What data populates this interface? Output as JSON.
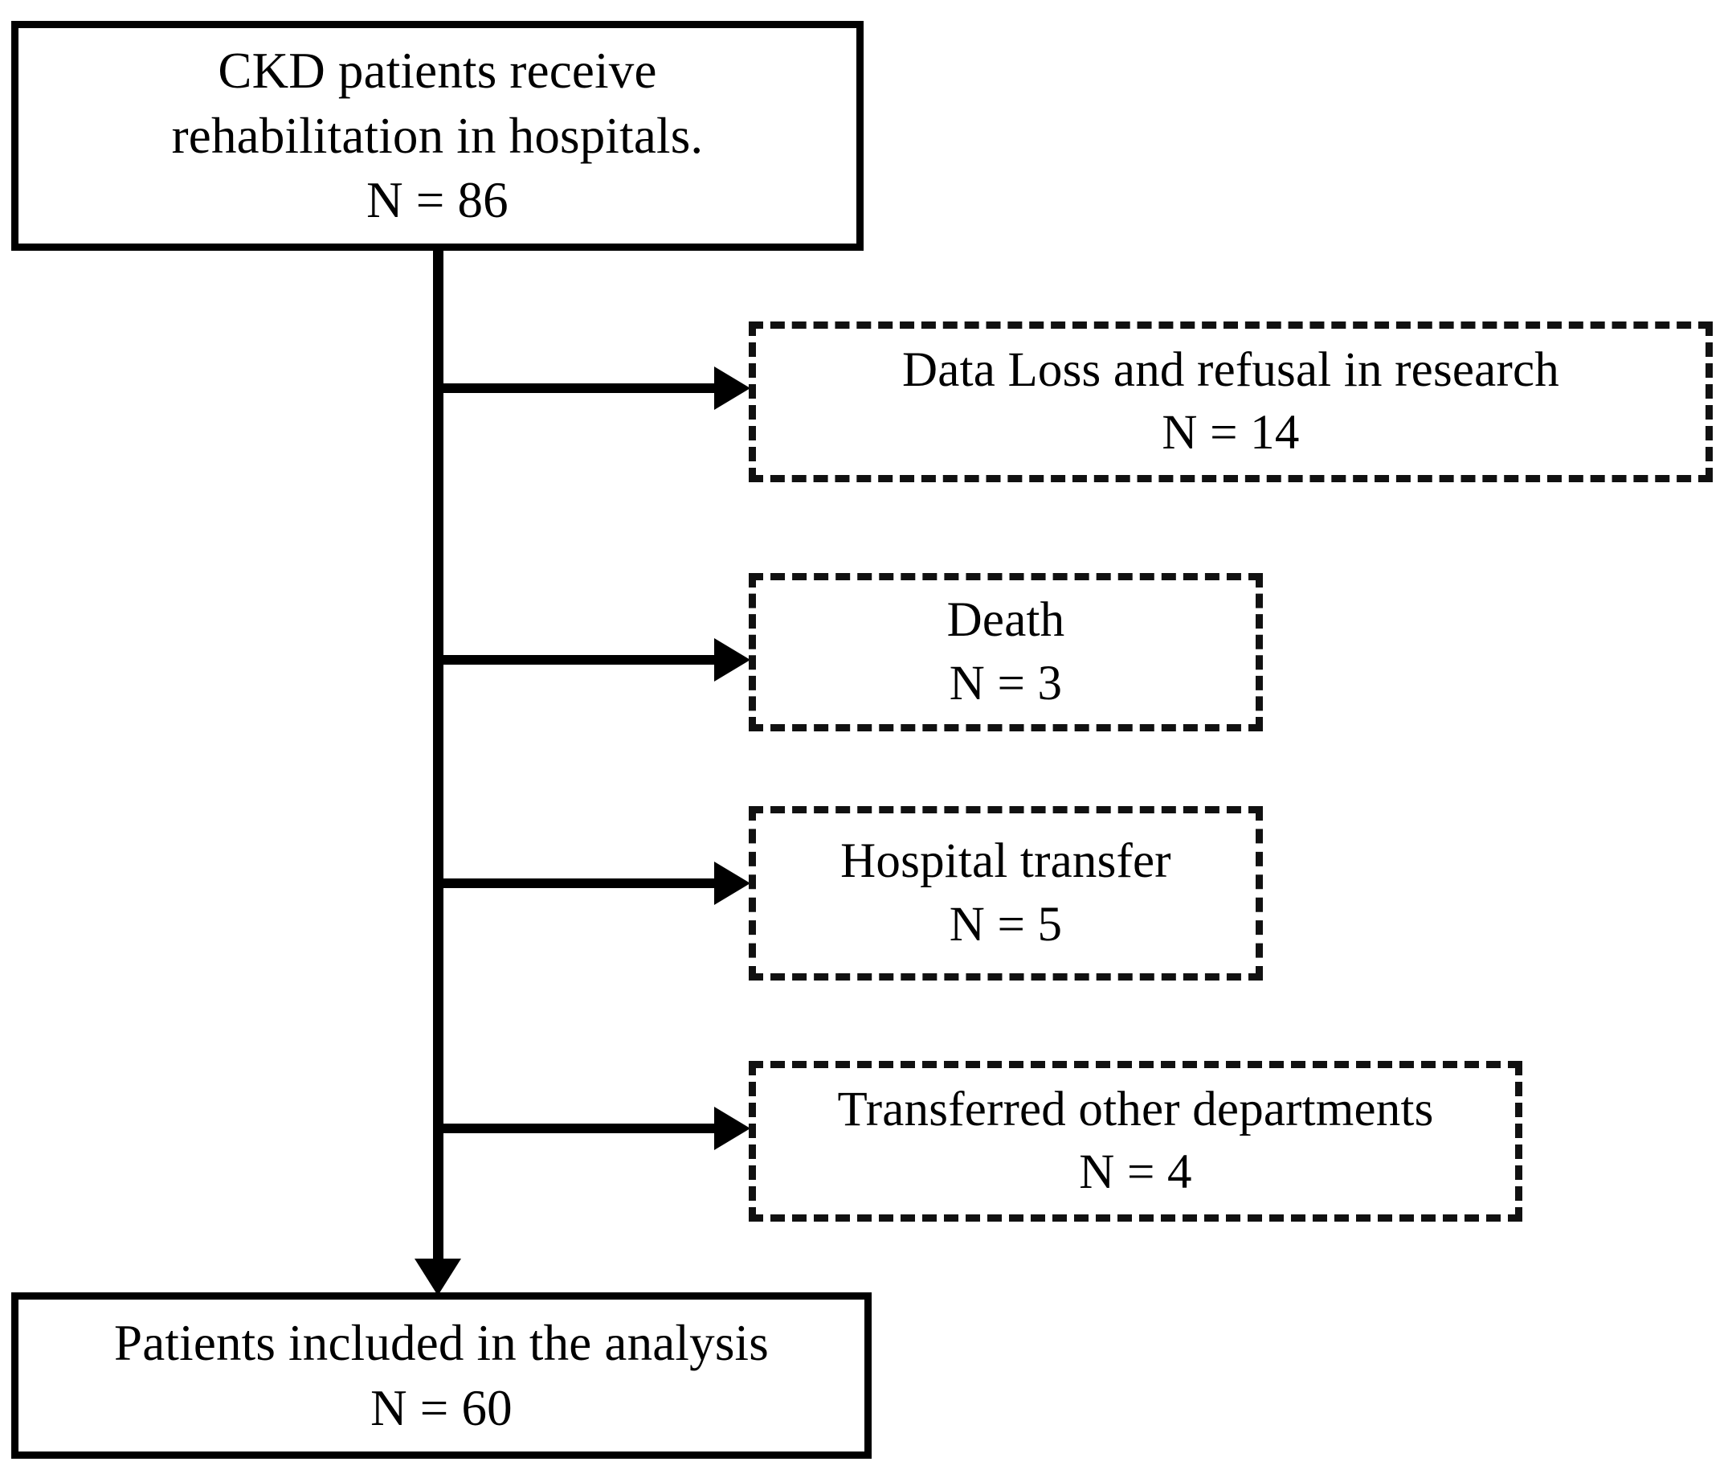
{
  "diagram": {
    "type": "patient-flow-diagram",
    "orientation": "vertical",
    "colors": {
      "stroke": "#000000",
      "background": "#ffffff",
      "text": "#000000"
    },
    "source_node": {
      "id": "source",
      "border_style": "solid",
      "line1": "CKD patients receive",
      "line2": "rehabilitation in hospitals.",
      "line3": "N = 86",
      "count": 86
    },
    "exclusions": [
      {
        "id": "excl-1",
        "border_style": "dashed",
        "label": "Data Loss and refusal in research",
        "count_label": "N = 14",
        "count": 14
      },
      {
        "id": "excl-2",
        "border_style": "dashed",
        "label": "Death",
        "count_label": "N = 3",
        "count": 3
      },
      {
        "id": "excl-3",
        "border_style": "dashed",
        "label": "Hospital transfer",
        "count_label": "N = 5",
        "count": 5
      },
      {
        "id": "excl-4",
        "border_style": "dashed",
        "label": "Transferred other departments",
        "count_label": "N = 4",
        "count": 4
      }
    ],
    "result_node": {
      "id": "included",
      "border_style": "solid",
      "line1": "Patients included in the analysis",
      "line2": "N = 60",
      "count": 60
    }
  }
}
